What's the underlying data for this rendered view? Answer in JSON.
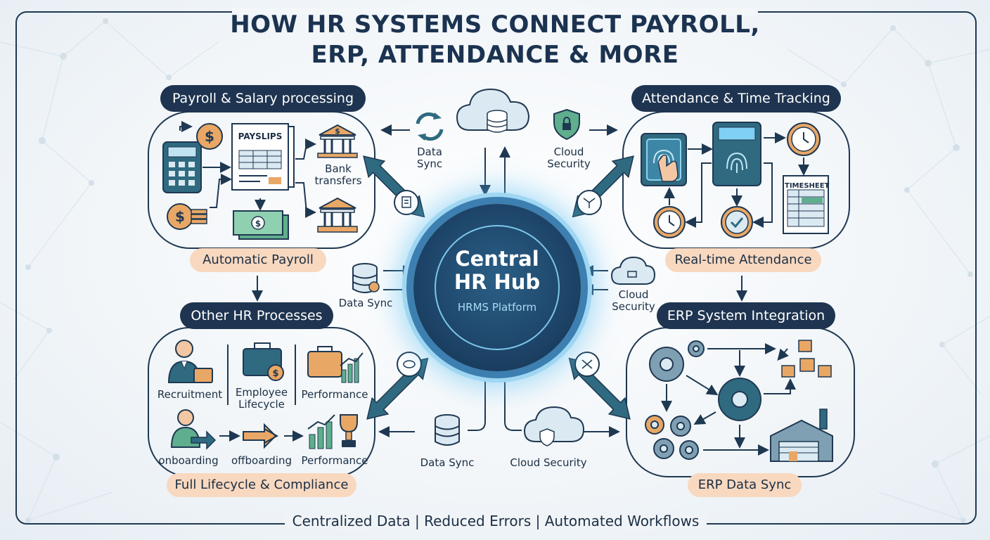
{
  "title": {
    "line1": "HOW HR SYSTEMS CONNECT PAYROLL,",
    "line2": "ERP, ATTENDANCE & MORE"
  },
  "footer": "Centralized Data | Reduced Errors | Automated Workflows",
  "hub": {
    "line1": "Central",
    "line2": "HR Hub",
    "subtitle": "HRMS Platform"
  },
  "payroll": {
    "header": "Payroll & Salary processing",
    "payslips": "PAYSLIPS",
    "bank_label_1": "Bank",
    "bank_label_2": "transfers",
    "footer": "Automatic Payroll"
  },
  "attendance": {
    "header": "Attendance & Time Tracking",
    "timesheet": "TIMESHEET",
    "footer": "Real-time Attendance"
  },
  "hr_processes": {
    "header": "Other HR Processes",
    "recruitment": "Recruitment",
    "employee_1": "Employee",
    "employee_2": "Lifecycle",
    "performance_top": "Performance",
    "onboarding": "onboarding",
    "offboarding": "offboarding",
    "performance_bottom": "Performance",
    "footer": "Full Lifecycle & Compliance"
  },
  "erp": {
    "header": "ERP System Integration",
    "footer": "ERP Data Sync"
  },
  "connectors": {
    "top_sync_1": "Data",
    "top_sync_2": "Sync",
    "top_security_1": "Cloud",
    "top_security_2": "Security",
    "left_sync": "Data Sync",
    "right_security_1": "Cloud",
    "right_security_2": "Security",
    "bottom_sync": "Data Sync",
    "bottom_security": "Cloud Security"
  },
  "colors": {
    "navy": "#1e3450",
    "peach": "#f8d8bf",
    "teal": "#2f6a80",
    "glow": "#7fd0f2",
    "accent_orange": "#e9a766",
    "accent_green": "#5fae8e"
  }
}
